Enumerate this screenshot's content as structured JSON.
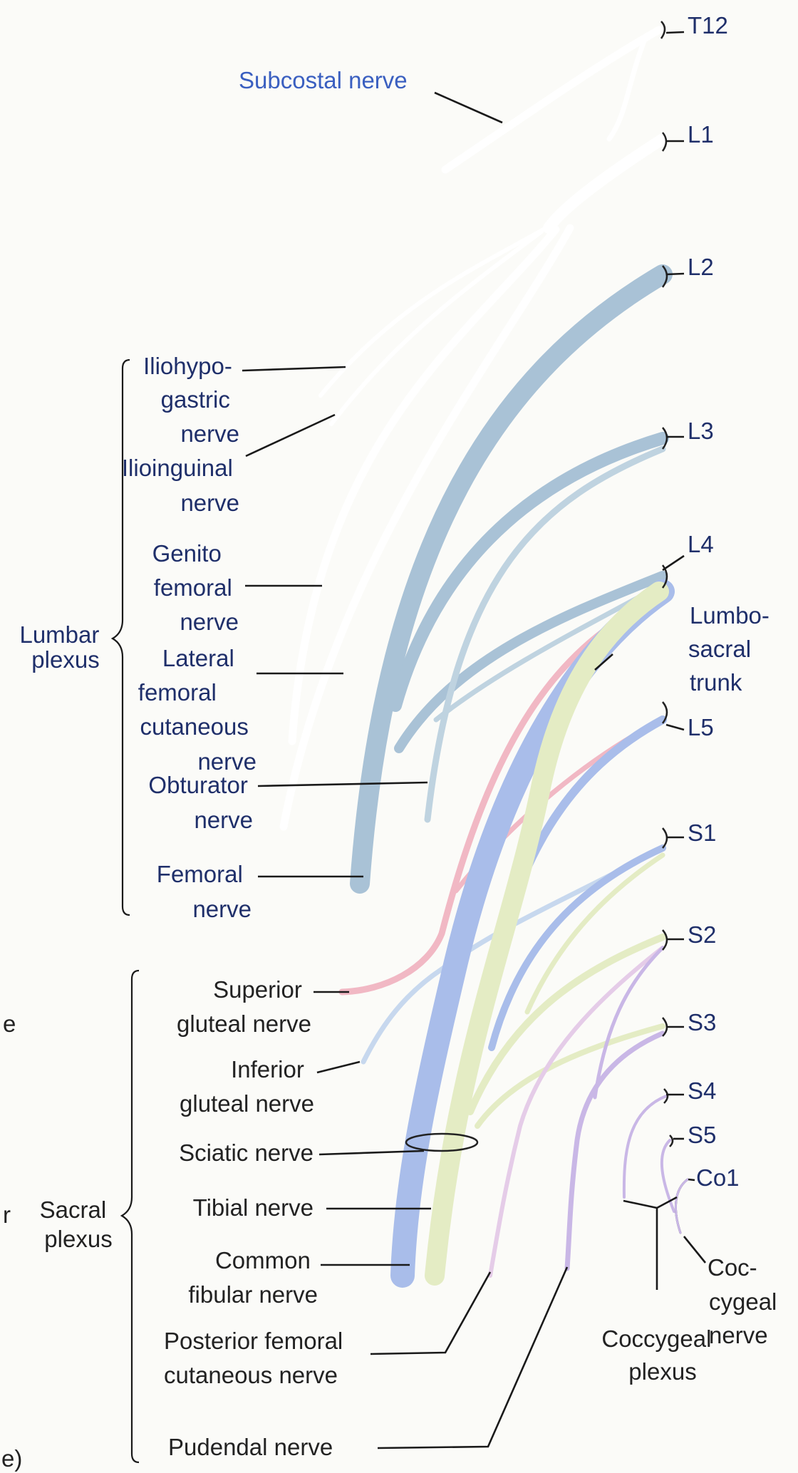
{
  "segments": {
    "t12": "T12",
    "l1": "L1",
    "l2": "L2",
    "l3": "L3",
    "l4": "L4",
    "l5": "L5",
    "s1": "S1",
    "s2": "S2",
    "s3": "S3",
    "s4": "S4",
    "s5": "S5",
    "co1": "Co1"
  },
  "groups": {
    "lumbar": [
      "Lumbar",
      "plexus"
    ],
    "sacral": [
      "Sacral",
      "plexus"
    ]
  },
  "nerves": {
    "subcostal": [
      "Subcostal nerve"
    ],
    "iliohypogastric": [
      "Iliohypo-",
      "gastric",
      "nerve"
    ],
    "ilioinguinal": [
      "Ilioinguinal",
      "nerve"
    ],
    "genitofemoral": [
      "Genito",
      "femoral",
      "nerve"
    ],
    "lateral_femoral_cutaneous": [
      "Lateral",
      "femoral",
      "cutaneous",
      "nerve"
    ],
    "obturator": [
      "Obturator",
      "nerve"
    ],
    "femoral": [
      "Femoral",
      "nerve"
    ],
    "lumbosacral_trunk": [
      "Lumbo-",
      "sacral",
      "trunk"
    ],
    "superior_gluteal": [
      "Superior",
      "gluteal nerve"
    ],
    "inferior_gluteal": [
      "Inferior",
      "gluteal nerve"
    ],
    "sciatic": [
      "Sciatic nerve"
    ],
    "tibial": [
      "Tibial nerve"
    ],
    "common_fibular": [
      "Common",
      "fibular nerve"
    ],
    "posterior_femoral_cutaneous": [
      "Posterior femoral",
      "cutaneous nerve"
    ],
    "pudendal": [
      "Pudendal nerve"
    ],
    "coccygeal_nerve": [
      "Coc-",
      "cygeal",
      "nerve"
    ],
    "coccygeal_plexus": [
      "Coccygeal",
      "plexus"
    ]
  },
  "edge_fragments": [
    "e",
    "r",
    "e)"
  ],
  "colors": {
    "white_nerve": "#ffffff",
    "femoral_blue": "#a9c2d6",
    "obturator_blue": "#bfd3e0",
    "sciatic_blue": "#a9bdea",
    "tibial_yellow": "#e4ecc4",
    "gluteal_pink": "#f1b8c4",
    "pudendal_lilac": "#c9b7e6",
    "label_navy": "#1f2f6a",
    "subcostal_label": "#3a5fc0"
  }
}
